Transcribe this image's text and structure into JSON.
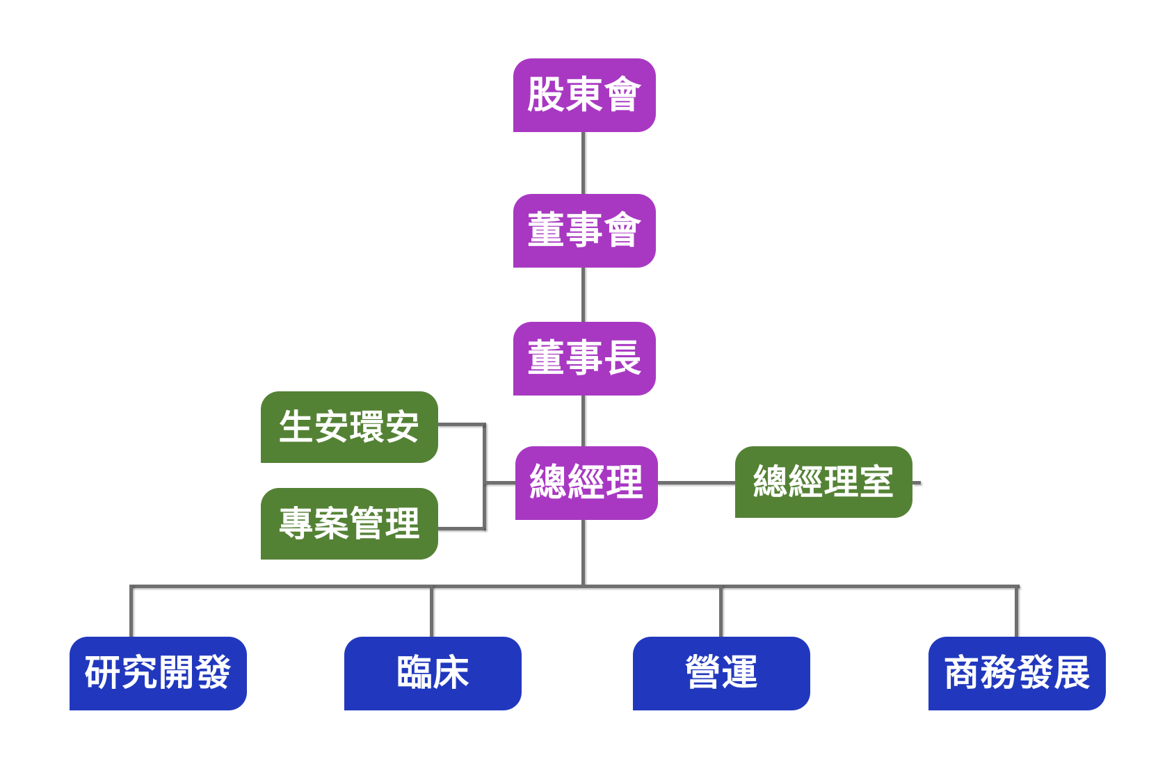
{
  "nodes": {
    "shareholders": {
      "label": "股東會",
      "level": "purple"
    },
    "board": {
      "label": "董事會",
      "level": "purple"
    },
    "chairman": {
      "label": "董事長",
      "level": "purple"
    },
    "gm": {
      "label": "總經理",
      "level": "purple"
    },
    "biosafety": {
      "label": "生安環安",
      "level": "green"
    },
    "project_mgmt": {
      "label": "專案管理",
      "level": "green"
    },
    "gm_office": {
      "label": "總經理室",
      "level": "green"
    },
    "rnd": {
      "label": "研究開發",
      "level": "blue"
    },
    "clinical": {
      "label": "臨床",
      "level": "blue"
    },
    "operations": {
      "label": "營運",
      "level": "blue"
    },
    "bizdev": {
      "label": "商務發展",
      "level": "blue"
    }
  },
  "edges": [
    [
      "shareholders",
      "board"
    ],
    [
      "board",
      "chairman"
    ],
    [
      "chairman",
      "gm"
    ],
    [
      "gm",
      "biosafety"
    ],
    [
      "gm",
      "project_mgmt"
    ],
    [
      "gm",
      "gm_office"
    ],
    [
      "gm",
      "rnd"
    ],
    [
      "gm",
      "clinical"
    ],
    [
      "gm",
      "operations"
    ],
    [
      "gm",
      "bizdev"
    ]
  ],
  "colors": {
    "purple": "#a838c2",
    "green": "#548235",
    "blue": "#2138be",
    "line": "#6f6f6f",
    "background": "#ffffff",
    "text": "#ffffff"
  }
}
